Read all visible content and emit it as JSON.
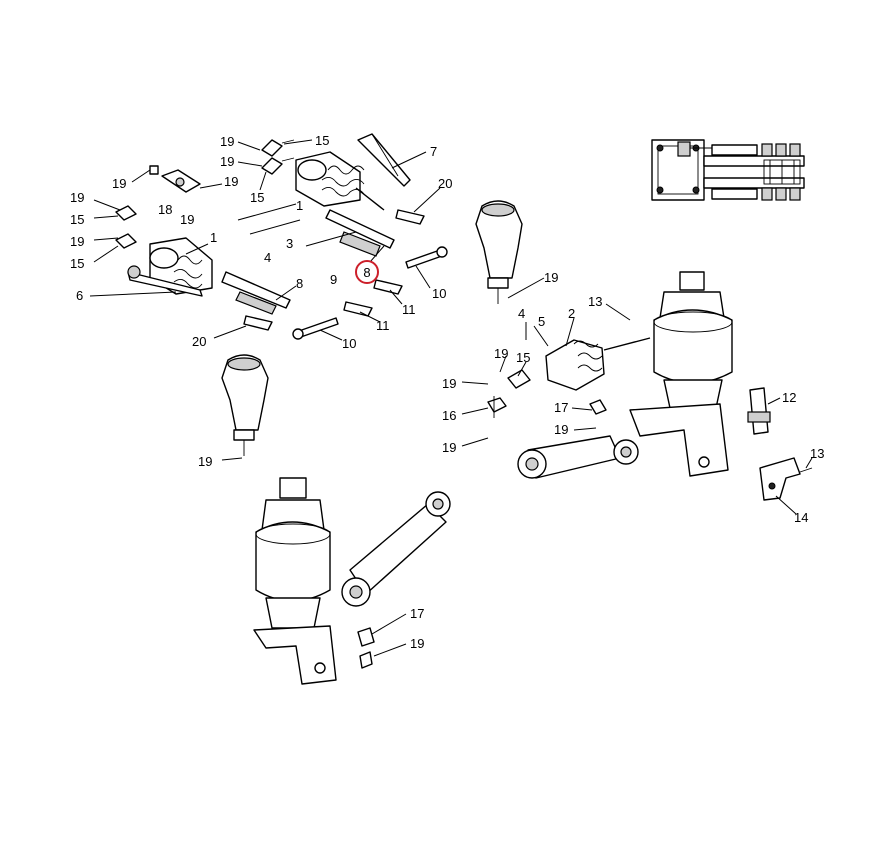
{
  "highlight": {
    "color": "#cc1f2a",
    "label": "8"
  },
  "callouts": {
    "c19a": "19",
    "c15a": "15",
    "c7": "7",
    "c19b": "19",
    "c15b": "15",
    "c19c": "19",
    "c19d": "19",
    "c18": "18",
    "c19e": "19",
    "c20a": "20",
    "c19f": "19",
    "c1a": "1",
    "c15c": "15",
    "c19g": "19",
    "c1b": "1",
    "c3": "3",
    "c15d": "15",
    "c4a": "4",
    "c9": "9",
    "c6": "6",
    "c8b": "8",
    "c10a": "10",
    "c11a": "11",
    "c11b": "11",
    "c20b": "20",
    "c10b": "10",
    "c19h": "19",
    "c4b": "4",
    "c5": "5",
    "c13a": "13",
    "c2": "2",
    "c19i": "19",
    "c15e": "15",
    "c19j": "19",
    "c16": "16",
    "c17a": "17",
    "c12": "12",
    "c19k": "19",
    "c19l": "19",
    "c19m": "19",
    "c13b": "13",
    "c14": "14",
    "c17b": "17",
    "c19n": "19"
  }
}
